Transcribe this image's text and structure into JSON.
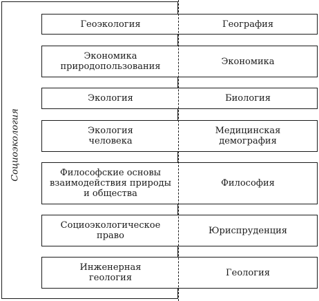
{
  "side_label": "Социоэкология",
  "rows": [
    {
      "left": [
        "Геоэкология"
      ],
      "right": [
        "География"
      ]
    },
    {
      "left": [
        "Экономика",
        "природопользования"
      ],
      "right": [
        "Экономика"
      ]
    },
    {
      "left": [
        "Экология"
      ],
      "right": [
        "Биология"
      ]
    },
    {
      "left": [
        "Экология",
        "человека"
      ],
      "right": [
        "Медицинская",
        "демография"
      ]
    },
    {
      "left": [
        "Философские основы",
        "взаимодействия природы",
        "и общества"
      ],
      "right": [
        "Философия"
      ]
    },
    {
      "left": [
        "Социоэкологическое",
        "право"
      ],
      "right": [
        "Юриспруденция"
      ]
    },
    {
      "left": [
        "Инженерная",
        "геология"
      ],
      "right": [
        "Геология"
      ]
    }
  ]
}
